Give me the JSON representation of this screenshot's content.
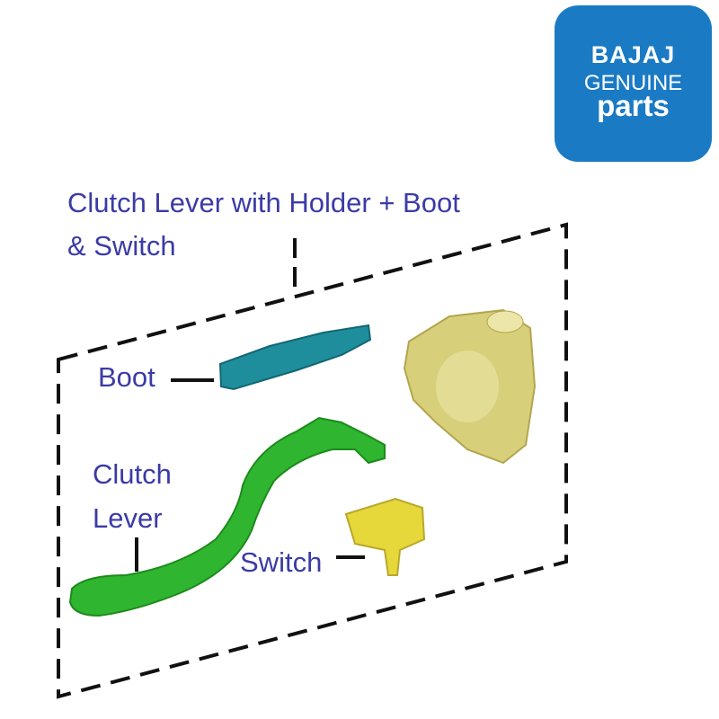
{
  "logo": {
    "brand": "BAJAJ",
    "line2": "GENUINE",
    "line3": "parts",
    "color": "#1a7ac4"
  },
  "title": {
    "line1": "Clutch Lever with Holder + Boot",
    "line2": "& Switch"
  },
  "labels": {
    "boot": "Boot",
    "clutch_line1": "Clutch",
    "clutch_line2": "Lever",
    "switch": "Switch"
  },
  "colors": {
    "label_text": "#3b3ba6",
    "boot": "#1f8e9c",
    "lever": "#2fb52f",
    "holder": "#d8cf7a",
    "switch": "#e6d83a"
  }
}
